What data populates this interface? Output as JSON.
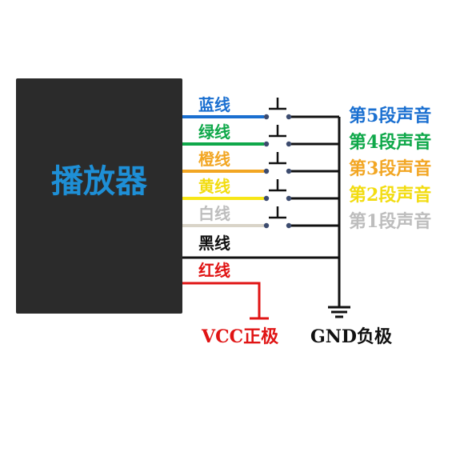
{
  "player": {
    "label": "播放器",
    "fill": "#2b2b2b",
    "text_color": "#1e8fd6"
  },
  "wires": [
    {
      "label": "蓝线",
      "color": "#1a6fd0",
      "label_color": "#1a6fd0"
    },
    {
      "label": "绿线",
      "color": "#0fa84a",
      "label_color": "#0fa84a"
    },
    {
      "label": "橙线",
      "color": "#f2a623",
      "label_color": "#f2a623"
    },
    {
      "label": "黄线",
      "color": "#f7e616",
      "label_color": "#f2dc10"
    },
    {
      "label": "白线",
      "color": "#d9d4c8",
      "label_color": "#bdbdbd"
    }
  ],
  "black_wire": {
    "label": "黑线",
    "color": "#111111",
    "label_color": "#111111"
  },
  "red_wire": {
    "label": "红线",
    "color": "#e01414",
    "label_color": "#e01414"
  },
  "segments": [
    {
      "label": "第5段声音",
      "color": "#1a6fd0"
    },
    {
      "label": "第4段声音",
      "color": "#0fa84a"
    },
    {
      "label": "第3段声音",
      "color": "#f2a623"
    },
    {
      "label": "第2段声音",
      "color": "#f2dc10"
    },
    {
      "label": "第1段声音",
      "color": "#bdbdbd"
    }
  ],
  "vcc": {
    "label": "VCC正极",
    "color": "#e01414"
  },
  "gnd": {
    "label": "GND负极",
    "color": "#111111"
  }
}
